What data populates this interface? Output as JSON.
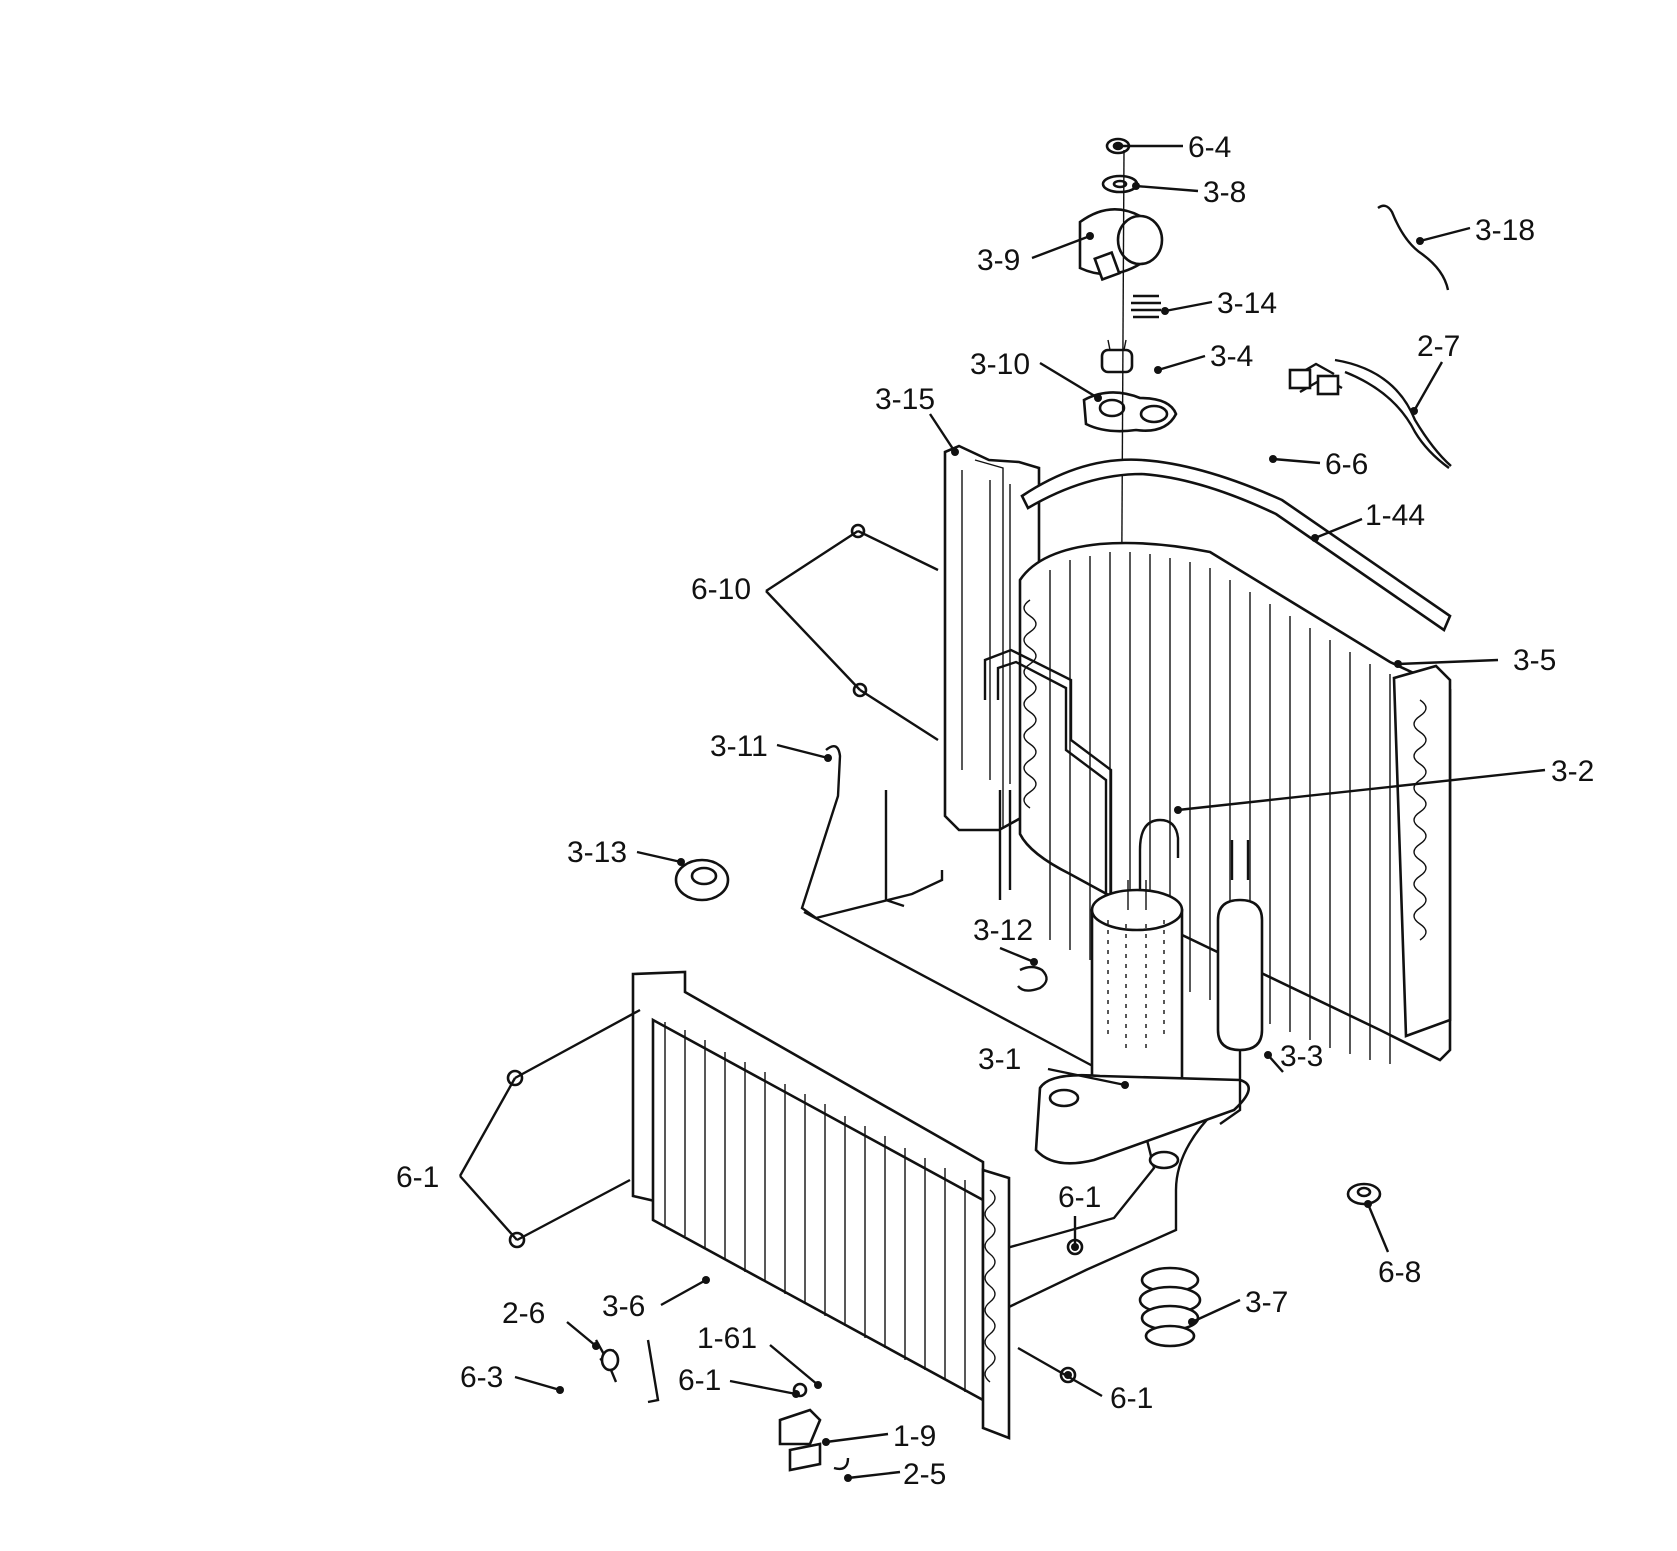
{
  "labels": {
    "p6_4": "6-4",
    "p3_8": "3-8",
    "p3_9": "3-9",
    "p3_18": "3-18",
    "p3_14": "3-14",
    "p3_10": "3-10",
    "p3_4": "3-4",
    "p2_7": "2-7",
    "p3_15": "3-15",
    "p6_6": "6-6",
    "p1_44": "1-44",
    "p6_10": "6-10",
    "p3_5": "3-5",
    "p3_11": "3-11",
    "p3_2": "3-2",
    "p3_13": "3-13",
    "p3_12": "3-12",
    "p3_1": "3-1",
    "p3_3": "3-3",
    "p6_1_left": "6-1",
    "p6_1_mid": "6-1",
    "p6_8": "6-8",
    "p3_7": "3-7",
    "p3_6": "3-6",
    "p2_6": "2-6",
    "p1_61": "1-61",
    "p6_3": "6-3",
    "p6_1_low": "6-1",
    "p6_1_right": "6-1",
    "p1_9": "1-9",
    "p2_5": "2-5"
  }
}
